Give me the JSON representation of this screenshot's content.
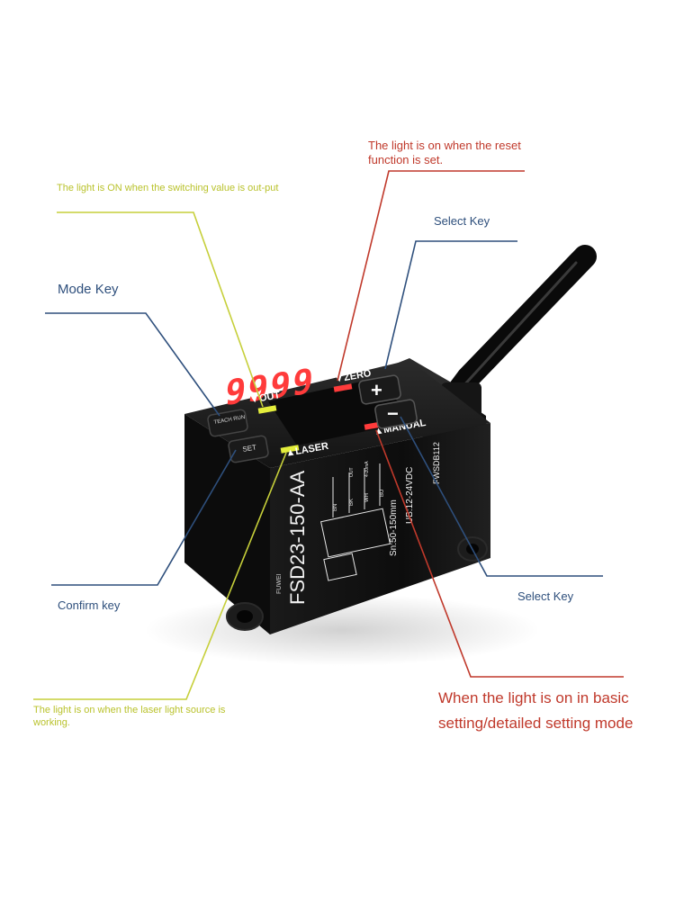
{
  "annotations": {
    "reset_light": "The light is on when the reset function is set.",
    "switching_light": "The light is ON when the switching value is out-put",
    "select_key_top": "Select Key",
    "mode_key": "Mode Key",
    "confirm_key": "Confirm key",
    "select_key_bottom": "Select Key",
    "laser_light": "The light is on when the laser light source is working.",
    "setting_mode_light": "When the light is on in basic setting/detailed setting mode"
  },
  "device": {
    "display": "9999",
    "indicator_out": "▼OUT",
    "indicator_zero": "▼ZERO",
    "indicator_laser": "▲LASER",
    "indicator_manual": "▲MANUAL",
    "button_teach_run": "TEACH RUN",
    "button_set": "SET",
    "button_plus": "+",
    "button_minus": "−",
    "model": "FSD23-150-AA",
    "spec_range": "Sn:50-150mm",
    "spec_voltage": "UB:12-24VDC",
    "spec_code": "FWSDB112",
    "brand": "FUWEI",
    "wire_bn": "BN",
    "wire_bk": "BK",
    "wire_wh": "WH",
    "wire_bu": "BU",
    "wire_out": "OUT",
    "wire_ma": "4-20mA"
  },
  "colors": {
    "red_line": "#c0392b",
    "blue_line": "#2e4f7c",
    "yellow_line": "#c6cf3a",
    "led_red": "#ff3b3b",
    "led_yellow": "#e4ee3c"
  }
}
